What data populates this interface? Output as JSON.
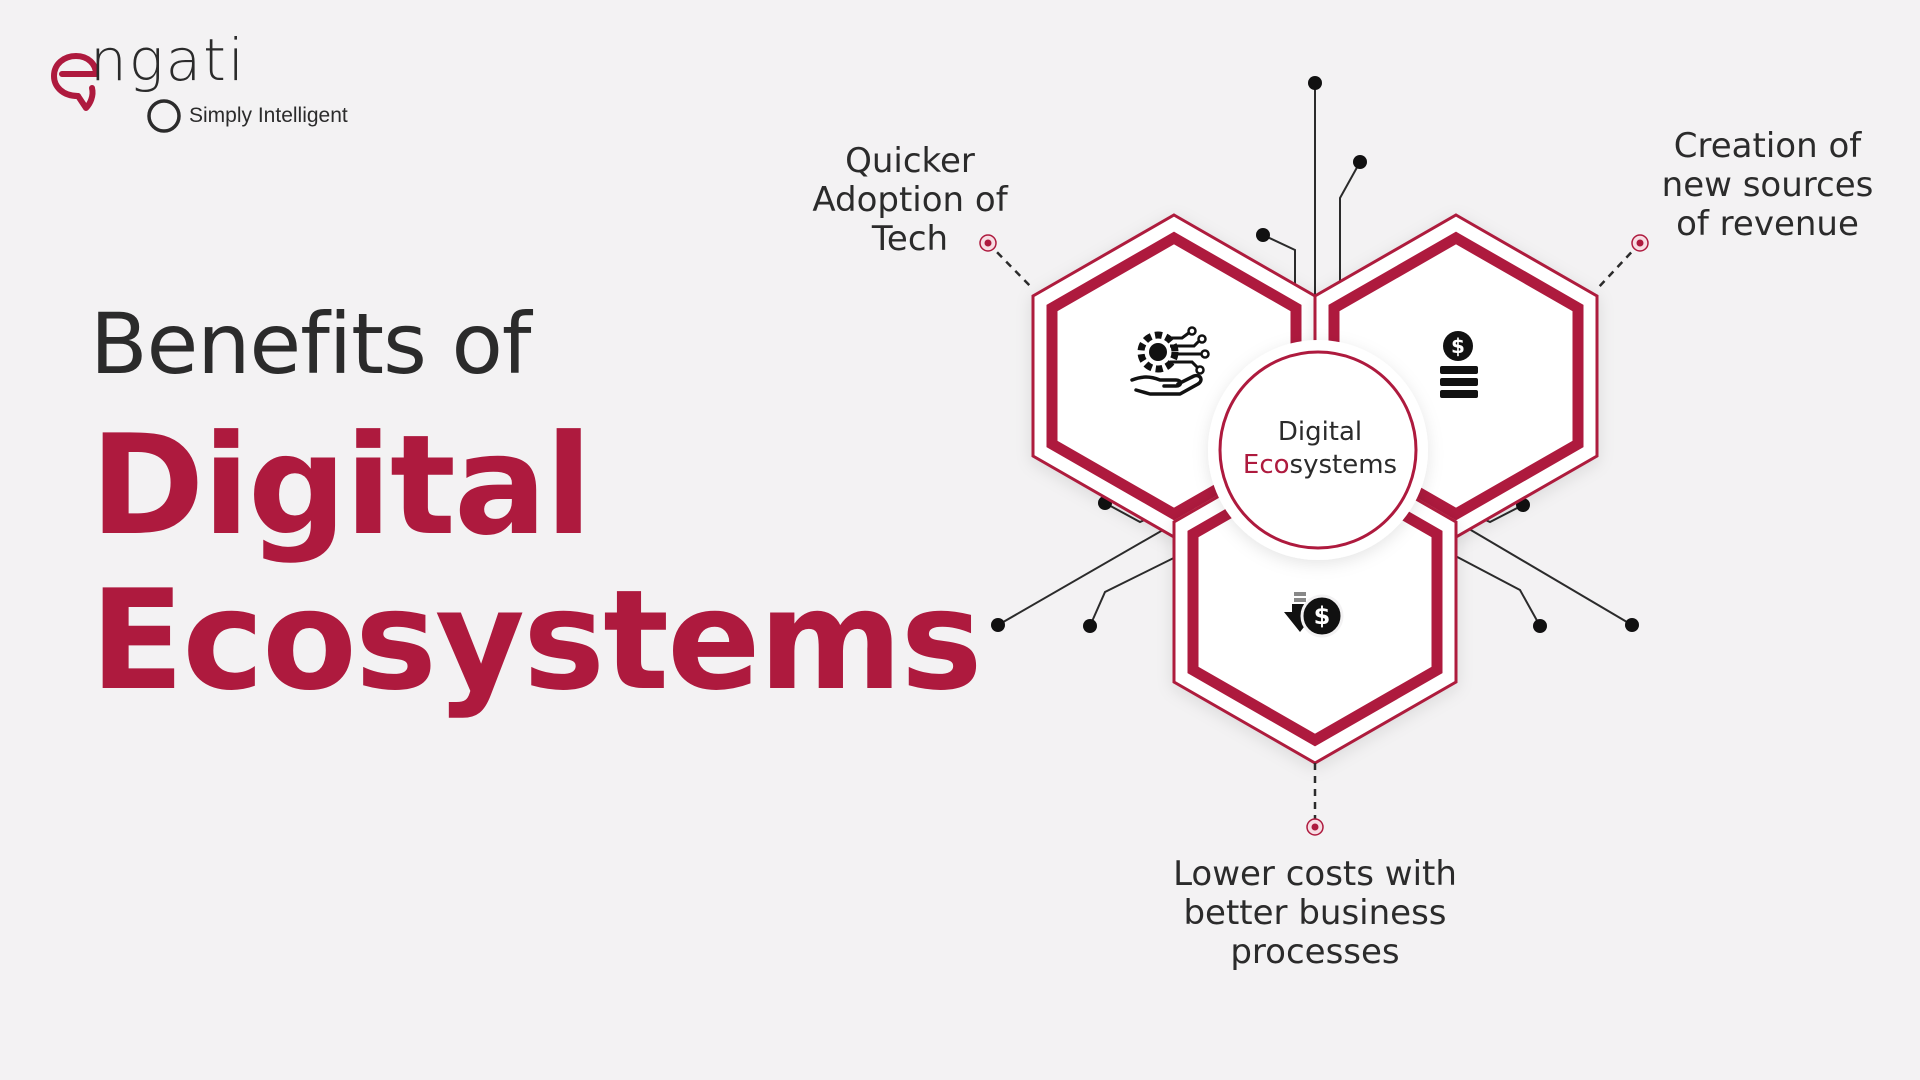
{
  "brand": {
    "name": "ngati",
    "tagline": "Simply Intelligent",
    "color_primary": "#ae1a3e",
    "color_text": "#2b2b2b"
  },
  "title": {
    "line1": "Benefits of",
    "line2": "Digital",
    "line3": "Ecosystems"
  },
  "diagram": {
    "center": {
      "word1": "Digital",
      "accent": "Eco",
      "rest": "systems"
    },
    "benefits": [
      {
        "label": "Quicker\nAdoption of\nTech",
        "icon": "gear-hand-circuit-icon"
      },
      {
        "label": "Creation of\nnew sources\nof revenue",
        "icon": "coin-stack-dollar-icon"
      },
      {
        "label": "Lower costs with\nbetter business\nprocesses",
        "icon": "dollar-down-arrow-icon"
      }
    ]
  }
}
